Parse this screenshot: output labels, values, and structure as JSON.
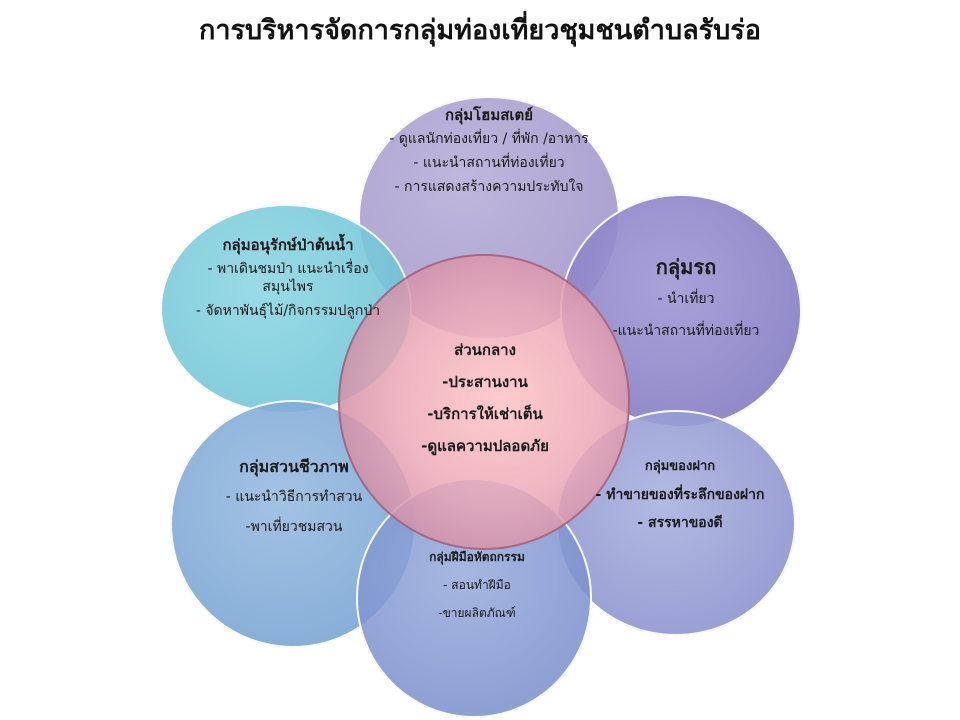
{
  "title": "การบริหารจัดการกลุ่มท่องเที่ยวชุมชนตำบลรับร่อ",
  "groups": {
    "homestay": {
      "heading": "กลุ่มโฮมสเตย์",
      "lines": [
        "- ดูแลนักท่องเที่ยว / ที่พัก /อาหาร",
        "-  แนะนำสถานที่ท่องเที่ยว",
        "- การแสดงสร้างความประทับใจ"
      ]
    },
    "forest": {
      "heading": "กลุ่มอนุรักษ์ป่าต้นน้ำ",
      "lines": [
        "- พาเดินชมป่า แนะนำเรื่องสมุนไพร",
        "- จัดหาพันธุ์ไม้/กิจกรรมปลูกป่า"
      ]
    },
    "center": {
      "heading": "ส่วนกลาง",
      "lines": [
        "-ประสานงาน",
        "-บริการให้เช่าเต็น",
        "-ดูแลความปลอดภัย"
      ]
    },
    "car": {
      "heading": "กลุ่มรถ",
      "lines": [
        "- นำเที่ยว",
        "-แนะนำสถานที่ท่องเที่ยว"
      ]
    },
    "garden": {
      "heading": "กลุ่มสวนชีวภาพ",
      "lines": [
        "- แนะนำวิธีการทำสวน",
        "-พาเที่ยวชมสวน"
      ]
    },
    "souvenir": {
      "heading": "กลุ่มของฝาก",
      "lines": [
        "- ทำขายของที่ระลึกของฝาก",
        "- สรรหาของดี"
      ]
    },
    "handicraft": {
      "heading": "กลุ่มฝีมือหัตถกรรม",
      "lines": [
        "- สอนทำฝีมือ",
        "-ขายผลิตภัณฑ์"
      ]
    }
  },
  "colors": {
    "homestay": "#9f93cc",
    "forest": "#7ccbdc",
    "center": "#f2b3bc",
    "car": "#8f88c8",
    "garden": "#88aedc",
    "souvenir": "#959dd4",
    "handicraft": "#8ea4d8"
  }
}
